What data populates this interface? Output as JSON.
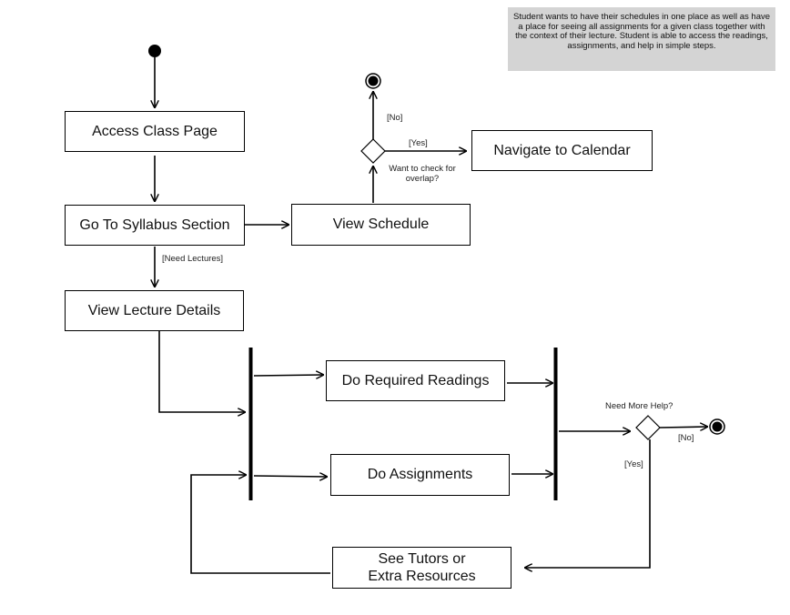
{
  "note": "Student wants to have their schedules in one place as well as have a place for seeing all assignments for a given class together with the context of their lecture. Student is able to access the readings, assignments, and help in simple steps.",
  "nodes": {
    "access_class_page": "Access Class Page",
    "go_to_syllabus": "Go To Syllabus Section",
    "view_schedule": "View Schedule",
    "navigate_calendar": "Navigate to Calendar",
    "view_lecture_details": "View Lecture Details",
    "do_required_readings": "Do Required Readings",
    "do_assignments": "Do Assignments",
    "see_tutors_line1": "See Tutors or",
    "see_tutors_line2": "Extra Resources"
  },
  "labels": {
    "no_top": "[No]",
    "yes_top": "[Yes]",
    "overlap_line1": "Want to check for",
    "overlap_line2": "overlap?",
    "need_lectures": "[Need Lectures]",
    "need_more_help": "Need More Help?",
    "no_right": "[No]",
    "yes_right": "[Yes]"
  }
}
